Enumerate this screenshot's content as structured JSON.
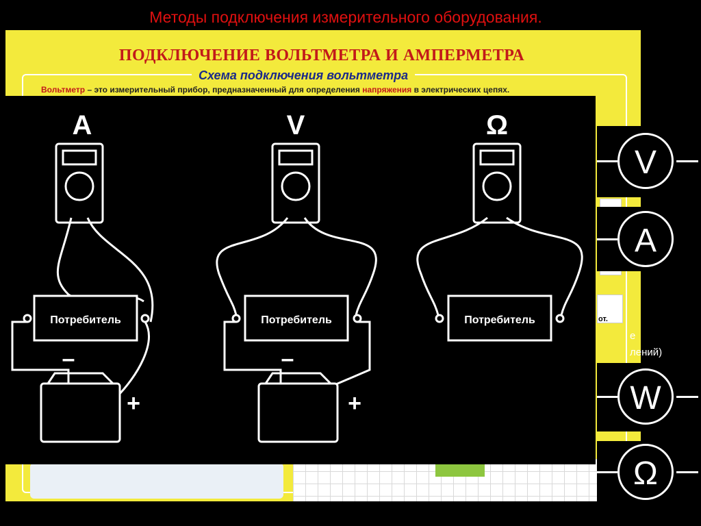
{
  "slide": {
    "title": "Методы подключения измерительного оборудования."
  },
  "poster": {
    "heading": "ПОДКЛЮЧЕНИЕ ВОЛЬТМЕТРА И АМПЕРМЕТРА",
    "subheading": "Схема подключения вольтметра",
    "definition_term": "Вольтметр",
    "definition_text": " – это измерительный прибор, предназначенный для определения ",
    "definition_highlight": "напряжения",
    "definition_tail": " в электрических цепях.",
    "fragment_a": "от.",
    "fragment_b": "е",
    "fragment_c": "лений)"
  },
  "diagram": {
    "labels": [
      "A",
      "V",
      "Ω"
    ],
    "consumer_label": "Потребитель",
    "minus": "–",
    "plus": "+"
  },
  "symbols": [
    "V",
    "A",
    "W",
    "Ω"
  ],
  "colors": {
    "title": "#e01010",
    "poster_background": "#f3ea3c",
    "poster_heading": "#c21a1a",
    "poster_subheading": "#1b2a8a",
    "diagram_background": "#000000",
    "diagram_lines": "#ffffff"
  }
}
